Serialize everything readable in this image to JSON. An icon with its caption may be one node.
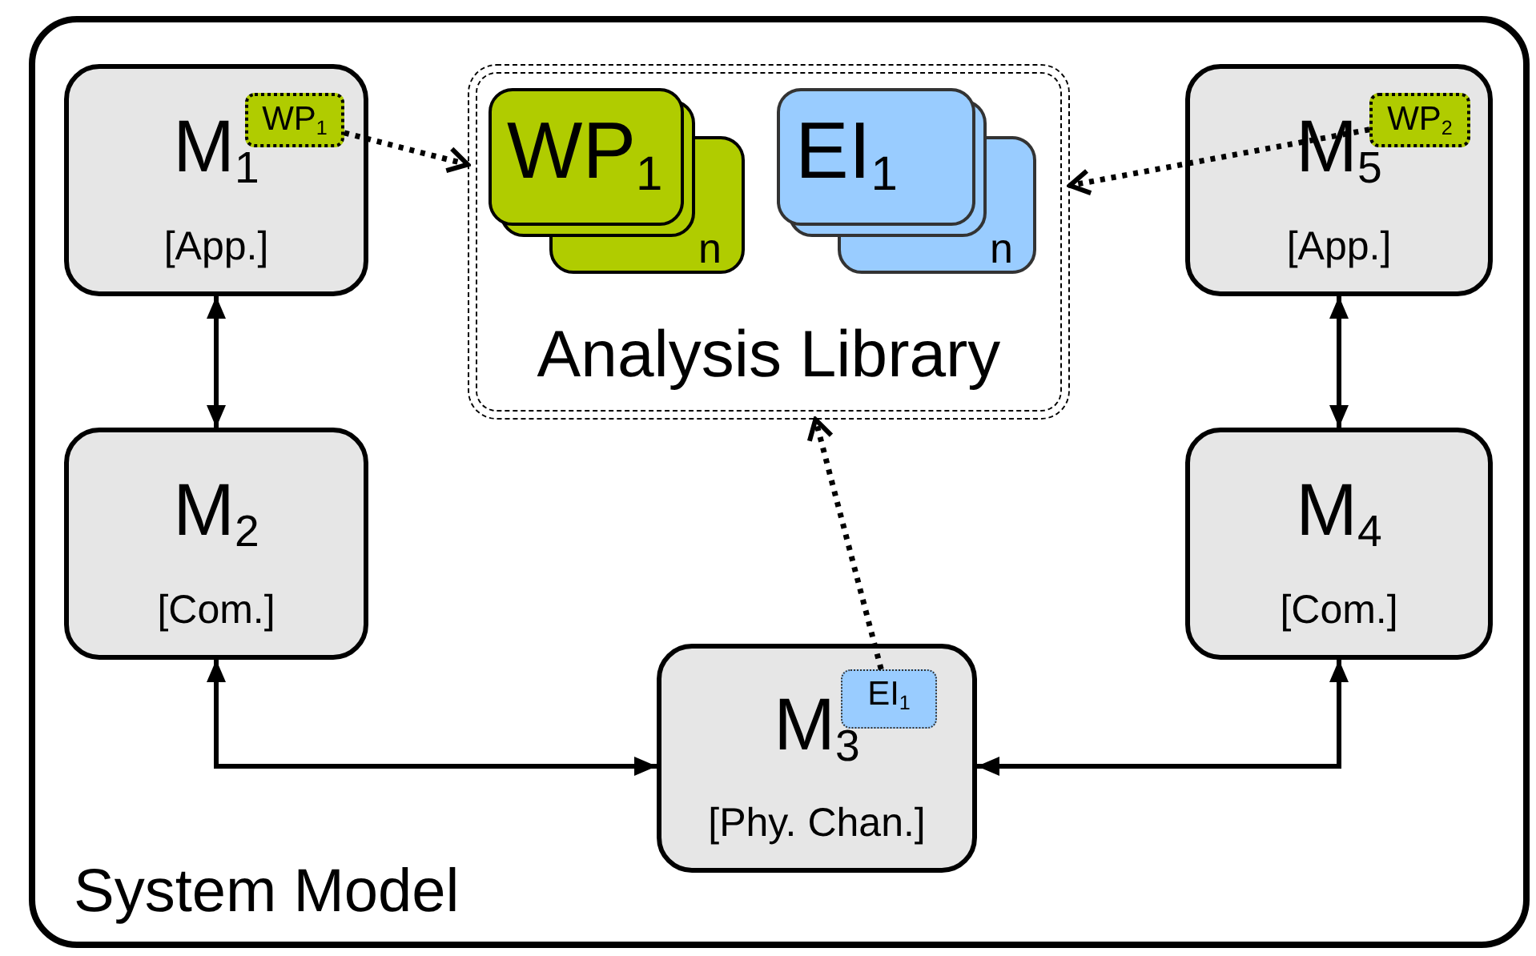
{
  "diagram": {
    "nodes": [
      {
        "text": [
          "System Model"
        ]
      },
      {
        "text": [
          "M$_{1}$",
          "[App.]"
        ],
        "in": 0
      },
      {
        "text": [
          "WP$_{1}$"
        ],
        "in": 1
      },
      {
        "text": [
          "Analysis Library"
        ],
        "in": 0
      },
      {
        "text": [
          "WP$_{1}$",
          "n"
        ],
        "in": 3
      },
      {
        "text": [
          "EI$_{1}$",
          "n"
        ],
        "in": 3
      },
      {
        "text": [
          "M$_{5}$",
          "[App.]"
        ],
        "in": 0
      },
      {
        "text": [
          "WP$_{2}$"
        ],
        "in": 6
      },
      {
        "text": [
          "M$_{2}$",
          "[Com.]"
        ],
        "in": 0
      },
      {
        "text": [
          "M$_{4}$",
          "[Com.]"
        ],
        "in": 0
      },
      {
        "text": [
          "M$_{3}$",
          "[Phy. Chan.]"
        ],
        "in": 0
      },
      {
        "text": [
          "EI$_{1}$"
        ],
        "in": 10
      }
    ],
    "edges": [
      {
        "from": 2,
        "to": 3,
        "arrow": "to",
        "style": "dashed"
      },
      {
        "from": 7,
        "to": 3,
        "arrow": "to",
        "style": "dashed"
      },
      {
        "from": 11,
        "to": 3,
        "arrow": "to",
        "style": "dashed"
      },
      {
        "from": 1,
        "to": 8,
        "arrow": "both"
      },
      {
        "from": 6,
        "to": 9,
        "arrow": "both"
      },
      {
        "from": 8,
        "to": 10,
        "arrow": "both"
      },
      {
        "from": 9,
        "to": 10,
        "arrow": "both"
      }
    ]
  }
}
